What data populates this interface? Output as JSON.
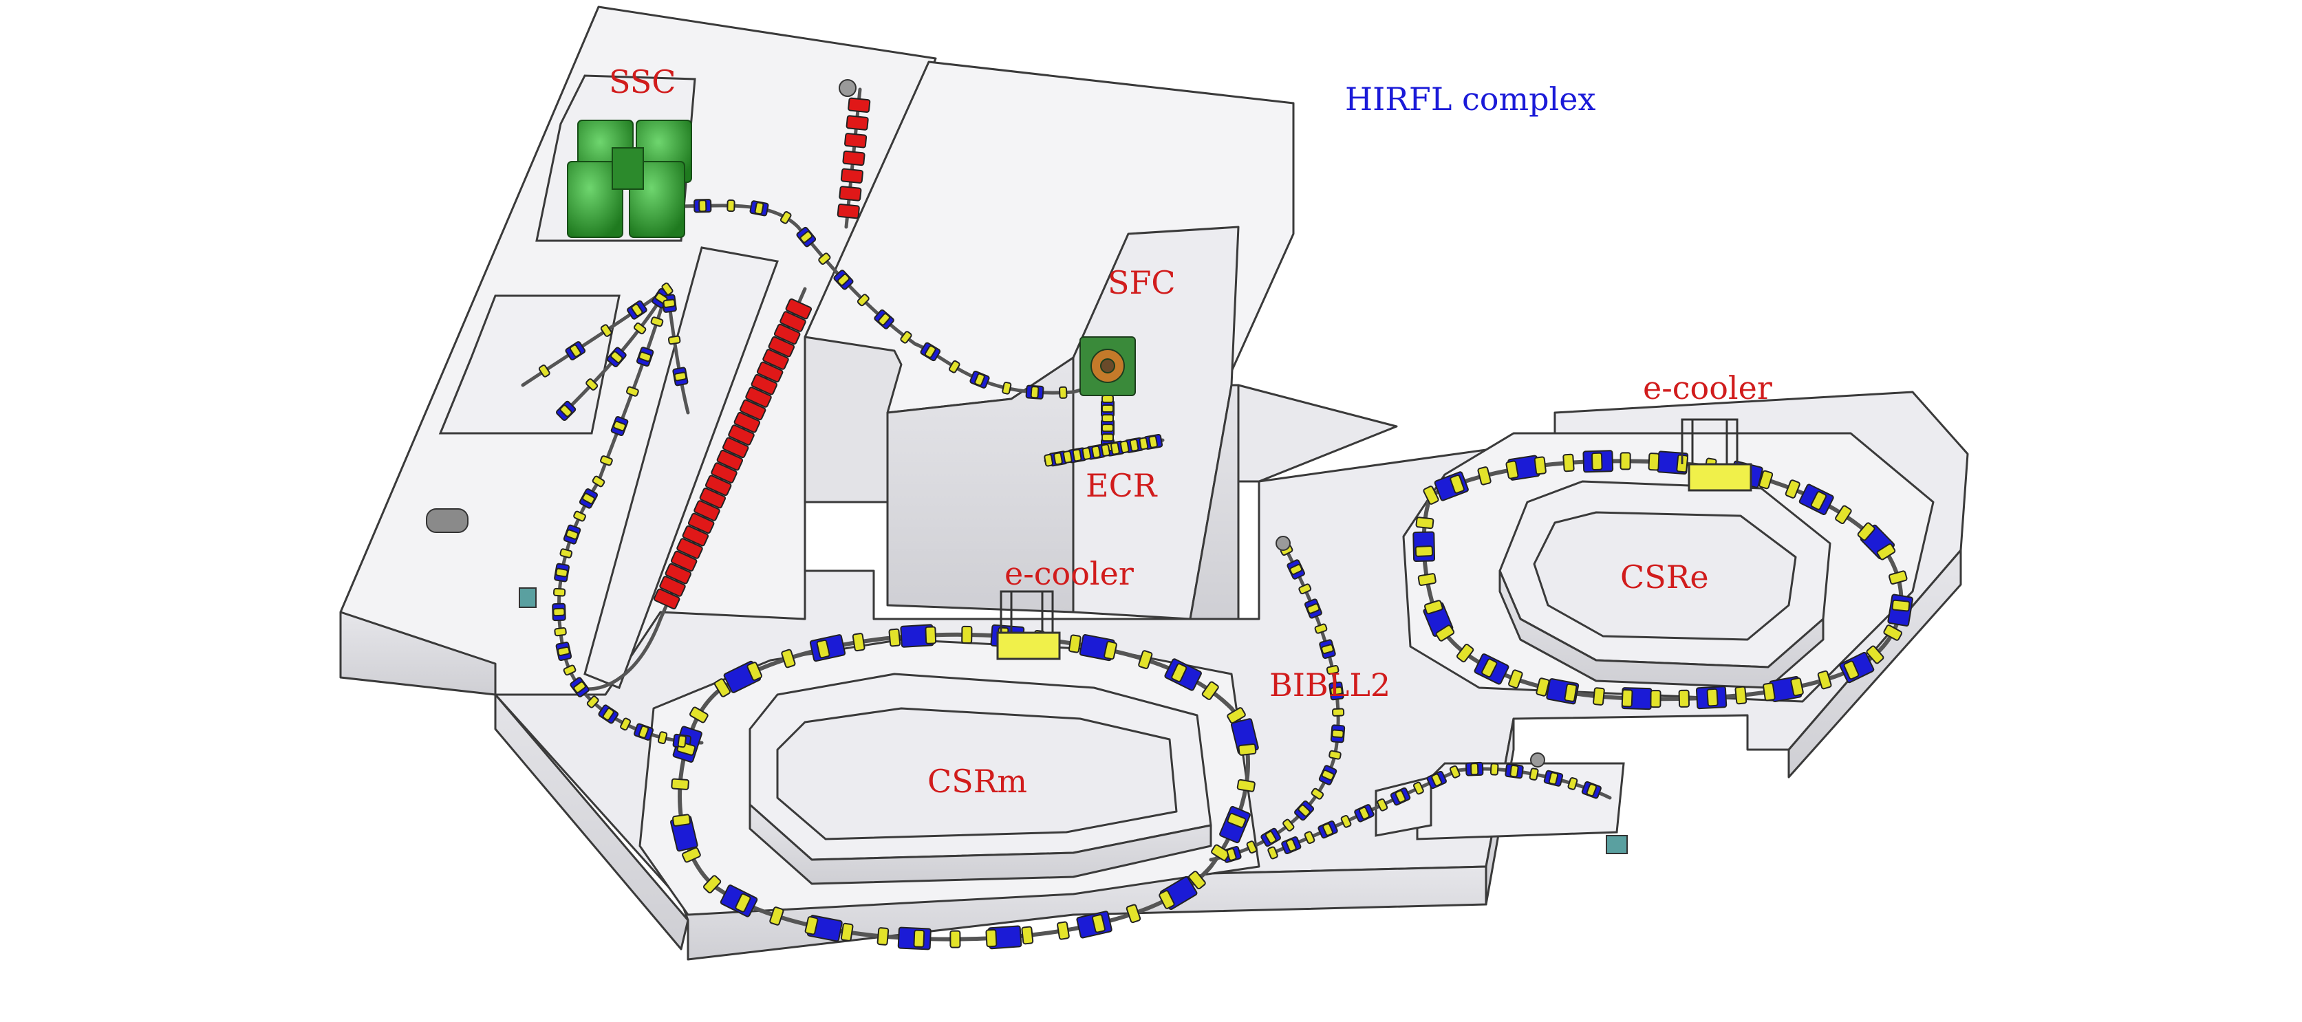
{
  "title": "HIRFL complex",
  "labels": {
    "ssc": "SSC",
    "sfc": "SFC",
    "ecr": "ECR",
    "e_cooler_csrm": "e-cooler",
    "e_cooler_csre": "e-cooler",
    "csrm": "CSRm",
    "csre": "CSRe",
    "bibll2": "BIBLL2"
  },
  "colors": {
    "title_text": "#1a1ad8",
    "label_text": "#d11c1c",
    "floor": "#ececf0",
    "wall_top": "#f4f4f6",
    "wall_side": "#d8d8dc",
    "outline": "#3a3a3a",
    "dipole": "#1b1bd6",
    "quadrupole": "#e3e32a",
    "linac": "#e01818",
    "cyclotron": "#2f9a2f",
    "beamline": "#555555"
  }
}
